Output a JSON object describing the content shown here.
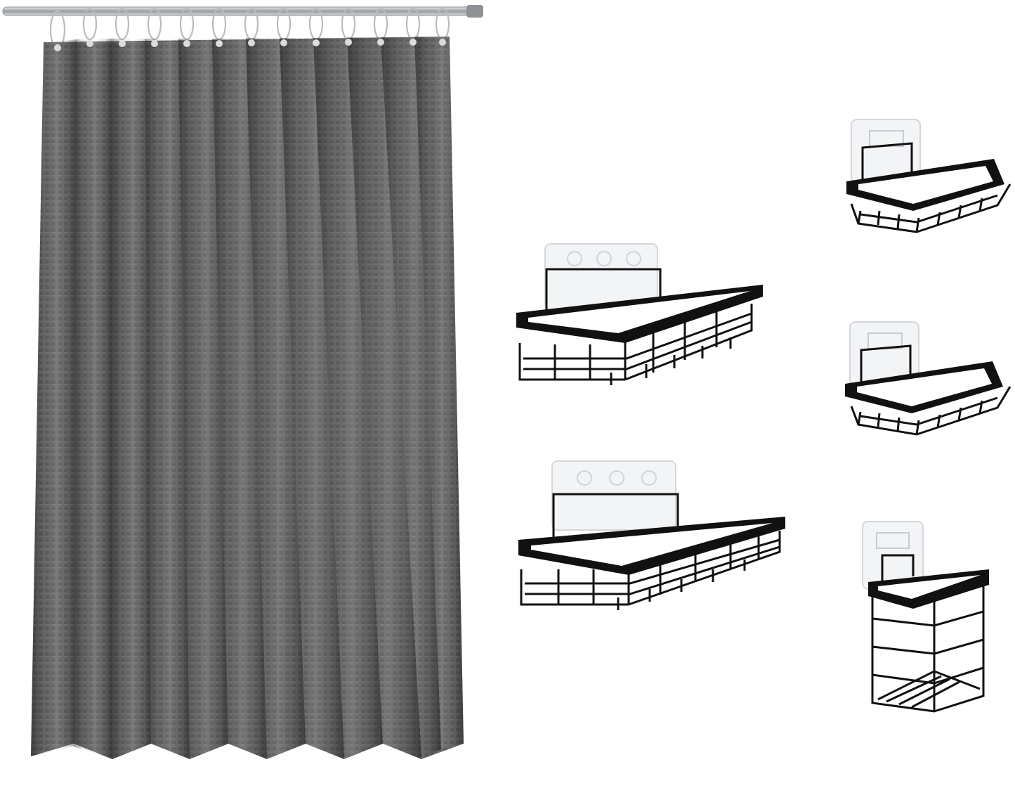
{
  "scene": {
    "items": [
      {
        "id": "shower-curtain",
        "kind": "curtain",
        "color": "#6b6b6b",
        "panel_count": 12
      },
      {
        "id": "large-shelf-1",
        "kind": "rectangular-basket-shelf",
        "color": "#111111"
      },
      {
        "id": "large-shelf-2",
        "kind": "rectangular-basket-shelf",
        "color": "#111111"
      },
      {
        "id": "soap-dish-1",
        "kind": "soap-dish",
        "color": "#111111"
      },
      {
        "id": "soap-dish-2",
        "kind": "soap-dish",
        "color": "#111111"
      },
      {
        "id": "toothbrush-holder",
        "kind": "deep-basket",
        "color": "#111111"
      }
    ],
    "rod_color": "#a9adb2",
    "adhesive_plate_color": "#f2f4f6"
  }
}
